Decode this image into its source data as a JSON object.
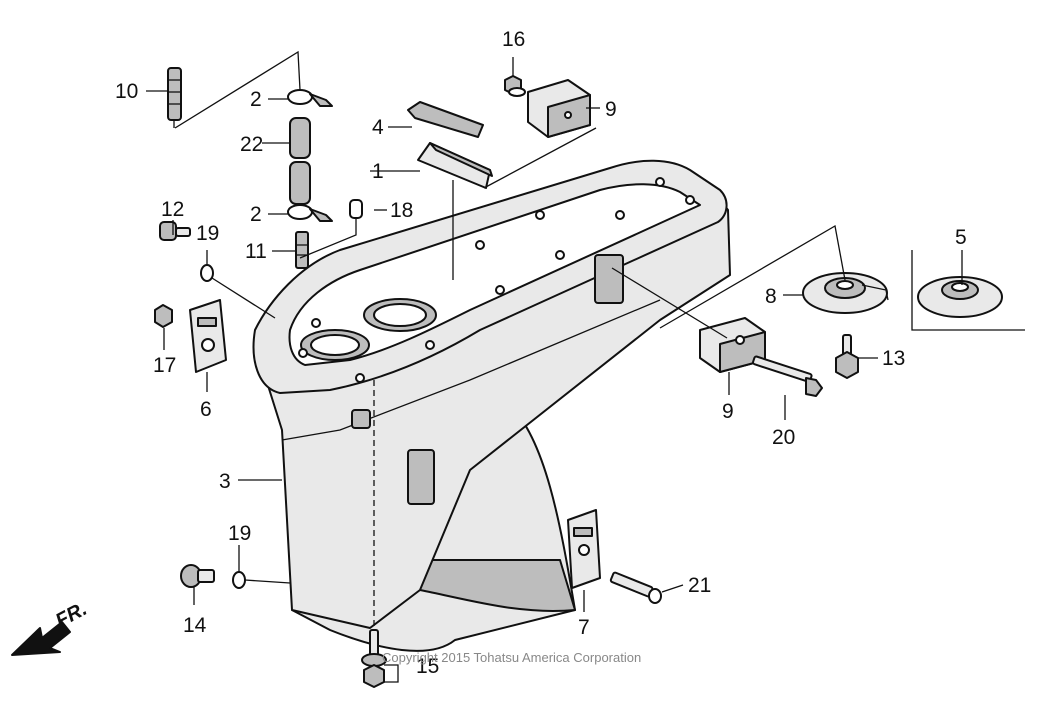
{
  "diagram": {
    "copyright": "Copyright 2015 Tohatsu America Corporation",
    "direction_label": "FR.",
    "callouts": {
      "c1": "1",
      "c2a": "2",
      "c2b": "2",
      "c3": "3",
      "c4": "4",
      "c5": "5",
      "c6": "6",
      "c7": "7",
      "c8": "8",
      "c9a": "9",
      "c9b": "9",
      "c10": "10",
      "c11": "11",
      "c12": "12",
      "c13": "13",
      "c14": "14",
      "c15": "15",
      "c16": "16",
      "c17": "17",
      "c18": "18",
      "c19a": "19",
      "c19b": "19",
      "c20": "20",
      "c21": "21",
      "c22": "22"
    }
  }
}
